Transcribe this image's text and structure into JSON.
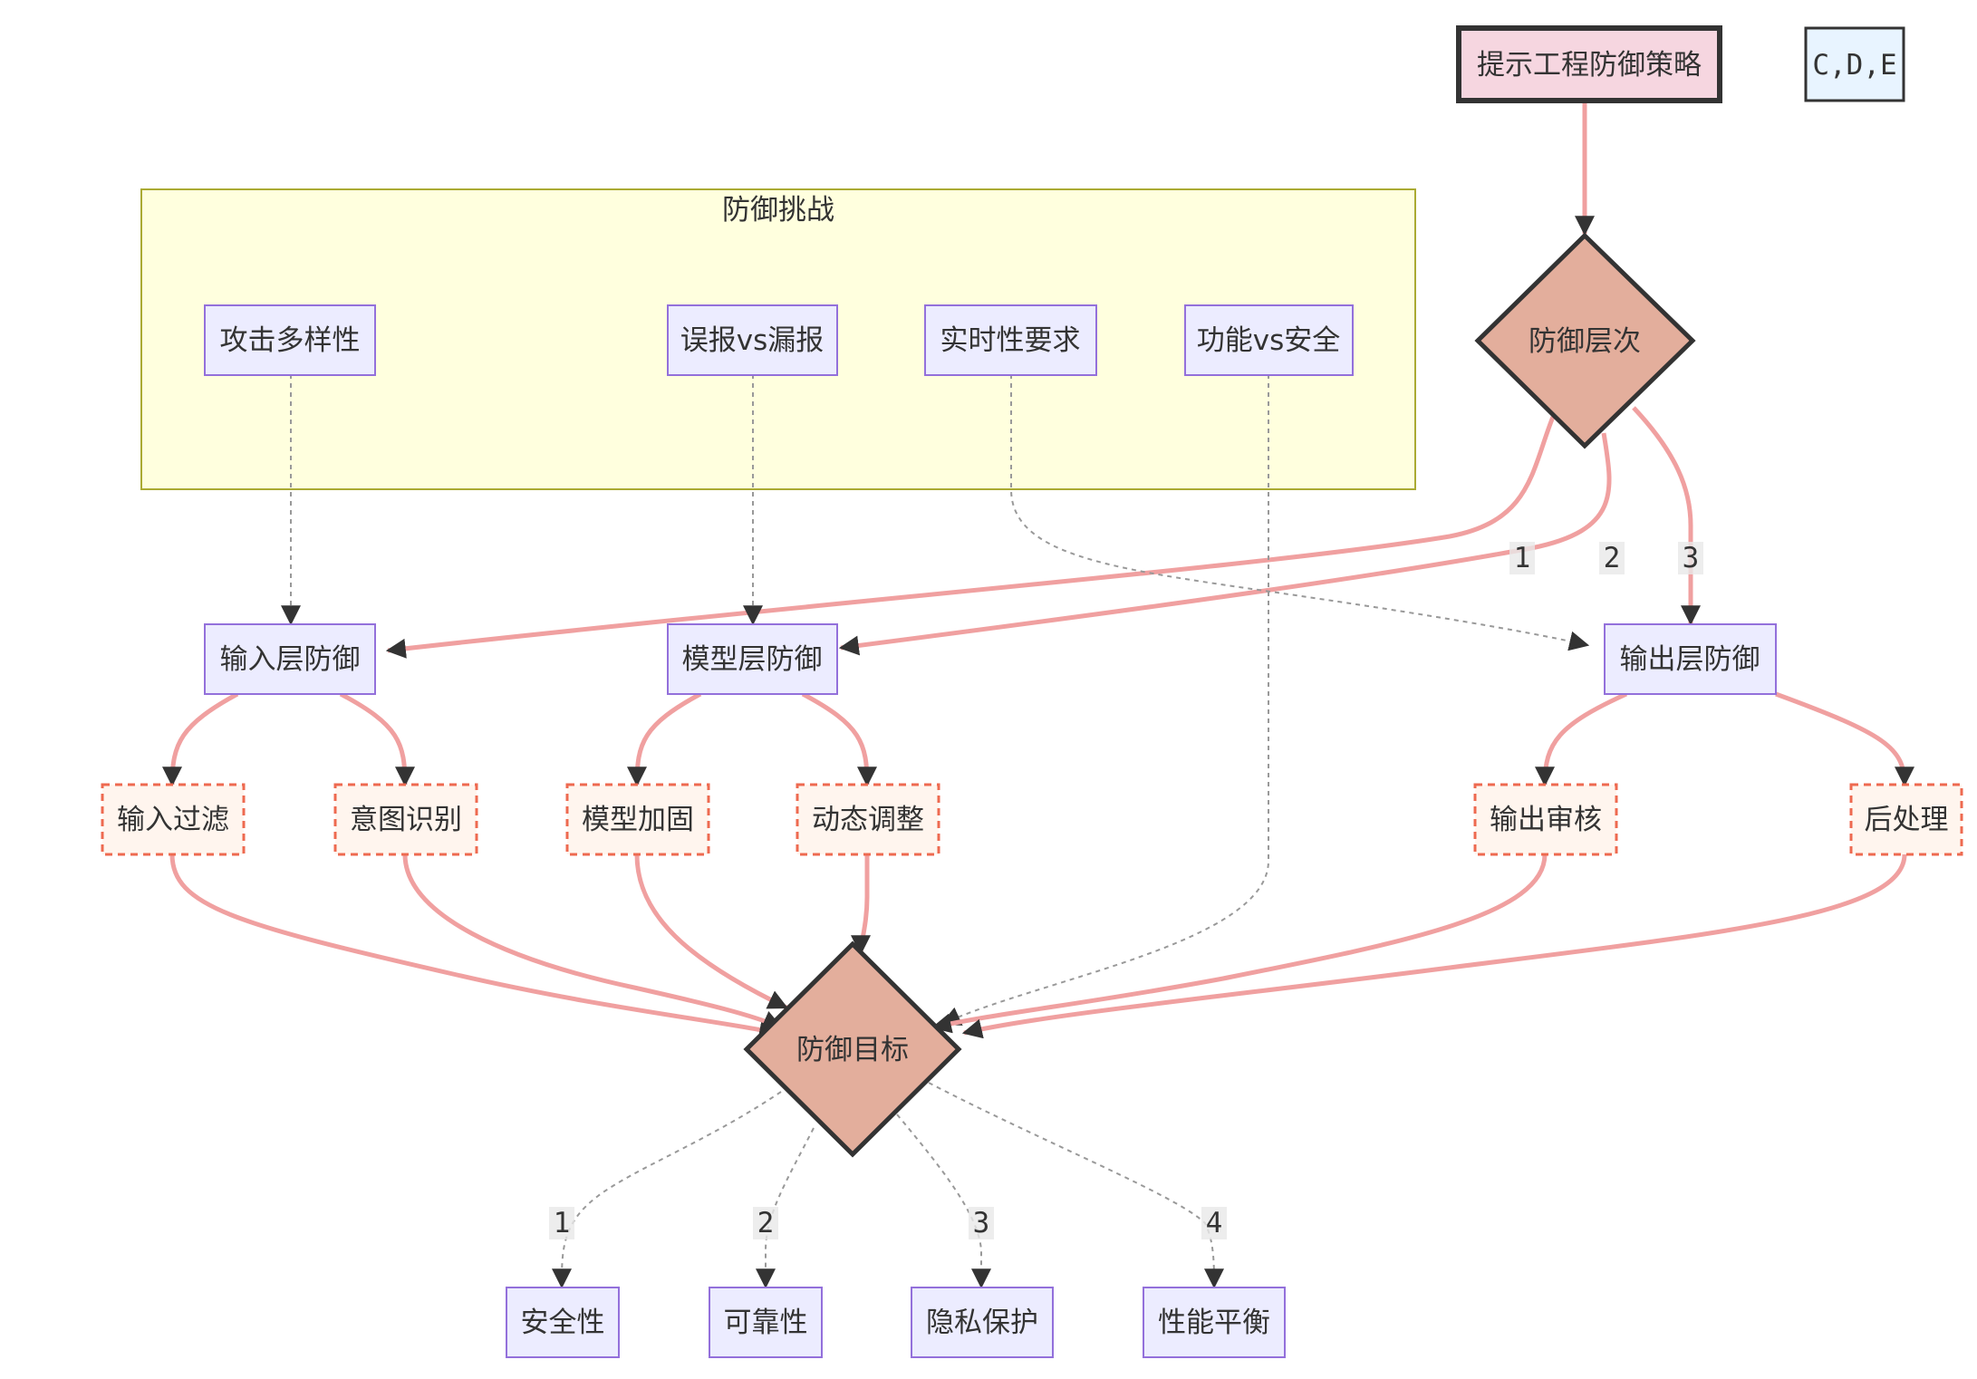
{
  "start": {
    "label": "提示工程防御策略"
  },
  "class_legend": {
    "label": "C,D,E"
  },
  "decision_levels": {
    "label": "防御层次"
  },
  "challenges_group": {
    "title": "防御挑战",
    "items": [
      "攻击多样性",
      "误报vs漏报",
      "实时性要求",
      "功能vs安全"
    ]
  },
  "layers": {
    "input": "输入层防御",
    "model": "模型层防御",
    "output": "输出层防御"
  },
  "techniques": {
    "input_filter": "输入过滤",
    "intent": "意图识别",
    "model_harden": "模型加固",
    "dynamic": "动态调整",
    "output_review": "输出审核",
    "post": "后处理"
  },
  "decision_goals": {
    "label": "防御目标"
  },
  "goals": [
    "安全性",
    "可靠性",
    "隐私保护",
    "性能平衡"
  ],
  "level_edge_labels": [
    "1",
    "2",
    "3"
  ],
  "goal_edge_labels": [
    "1",
    "2",
    "3",
    "4"
  ],
  "colors": {
    "main_edge": "#f0a0a0",
    "dashed_edge": "#999999",
    "node_fill": "#ececff",
    "node_stroke": "#9370db",
    "decision_fill": "#e3ae9c",
    "start_fill": "#f6d6e0",
    "legend_fill": "#e8f4ff",
    "technique_fill": "#fff5ee",
    "technique_stroke": "#ee6a50",
    "cluster_fill": "#ffffde",
    "cluster_stroke": "#aaaa33"
  }
}
